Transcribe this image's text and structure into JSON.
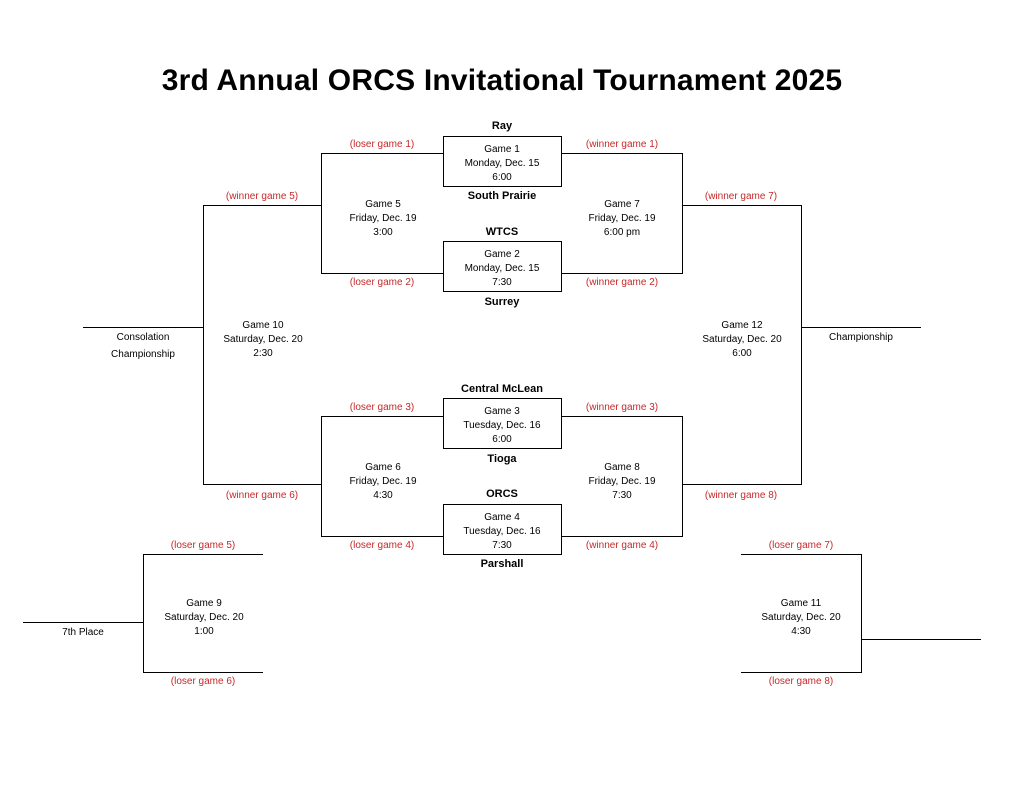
{
  "title": "3rd Annual ORCS Invitational Tournament 2025",
  "colors": {
    "feeder_text": "#c62828",
    "lines": "#000000"
  },
  "teams": {
    "ray": "Ray",
    "south_prairie": "South Prairie",
    "wtcs": "WTCS",
    "surrey": "Surrey",
    "central_mclean": "Central McLean",
    "tioga": "Tioga",
    "orcs": "ORCS",
    "parshall": "Parshall"
  },
  "games": {
    "g1": {
      "name": "Game 1",
      "date": "Monday, Dec. 15",
      "time": "6:00"
    },
    "g2": {
      "name": "Game 2",
      "date": "Monday, Dec. 15",
      "time": "7:30"
    },
    "g3": {
      "name": "Game 3",
      "date": "Tuesday, Dec. 16",
      "time": "6:00"
    },
    "g4": {
      "name": "Game 4",
      "date": "Tuesday, Dec. 16",
      "time": "7:30"
    },
    "g5": {
      "name": "Game 5",
      "date": "Friday, Dec. 19",
      "time": "3:00"
    },
    "g6": {
      "name": "Game 6",
      "date": "Friday, Dec. 19",
      "time": "4:30"
    },
    "g7": {
      "name": "Game 7",
      "date": "Friday, Dec. 19",
      "time": "6:00 pm"
    },
    "g8": {
      "name": "Game 8",
      "date": "Friday, Dec. 19",
      "time": "7:30"
    },
    "g9": {
      "name": "Game 9",
      "date": "Saturday, Dec. 20",
      "time": "1:00"
    },
    "g10": {
      "name": "Game 10",
      "date": "Saturday, Dec. 20",
      "time": "2:30"
    },
    "g11": {
      "name": "Game 11",
      "date": "Saturday, Dec. 20",
      "time": "4:30"
    },
    "g12": {
      "name": "Game 12",
      "date": "Saturday, Dec. 20",
      "time": "6:00"
    }
  },
  "feeders": {
    "loser_game_1": "(loser game 1)",
    "winner_game_1": "(winner game 1)",
    "loser_game_2": "(loser game 2)",
    "winner_game_2": "(winner game 2)",
    "loser_game_3": "(loser game 3)",
    "winner_game_3": "(winner game 3)",
    "loser_game_4": "(loser game 4)",
    "winner_game_4": "(winner game 4)",
    "winner_game_5": "(winner game 5)",
    "winner_game_6": "(winner game 6)",
    "winner_game_7": "(winner game 7)",
    "winner_game_8": "(winner game 8)",
    "loser_game_5": "(loser game 5)",
    "loser_game_6": "(loser game 6)",
    "loser_game_7": "(loser game 7)",
    "loser_game_8": "(loser game 8)"
  },
  "results": {
    "consolation_line1": "Consolation",
    "consolation_line2": "Championship",
    "championship": "Championship",
    "seventh_place": "7th Place"
  }
}
